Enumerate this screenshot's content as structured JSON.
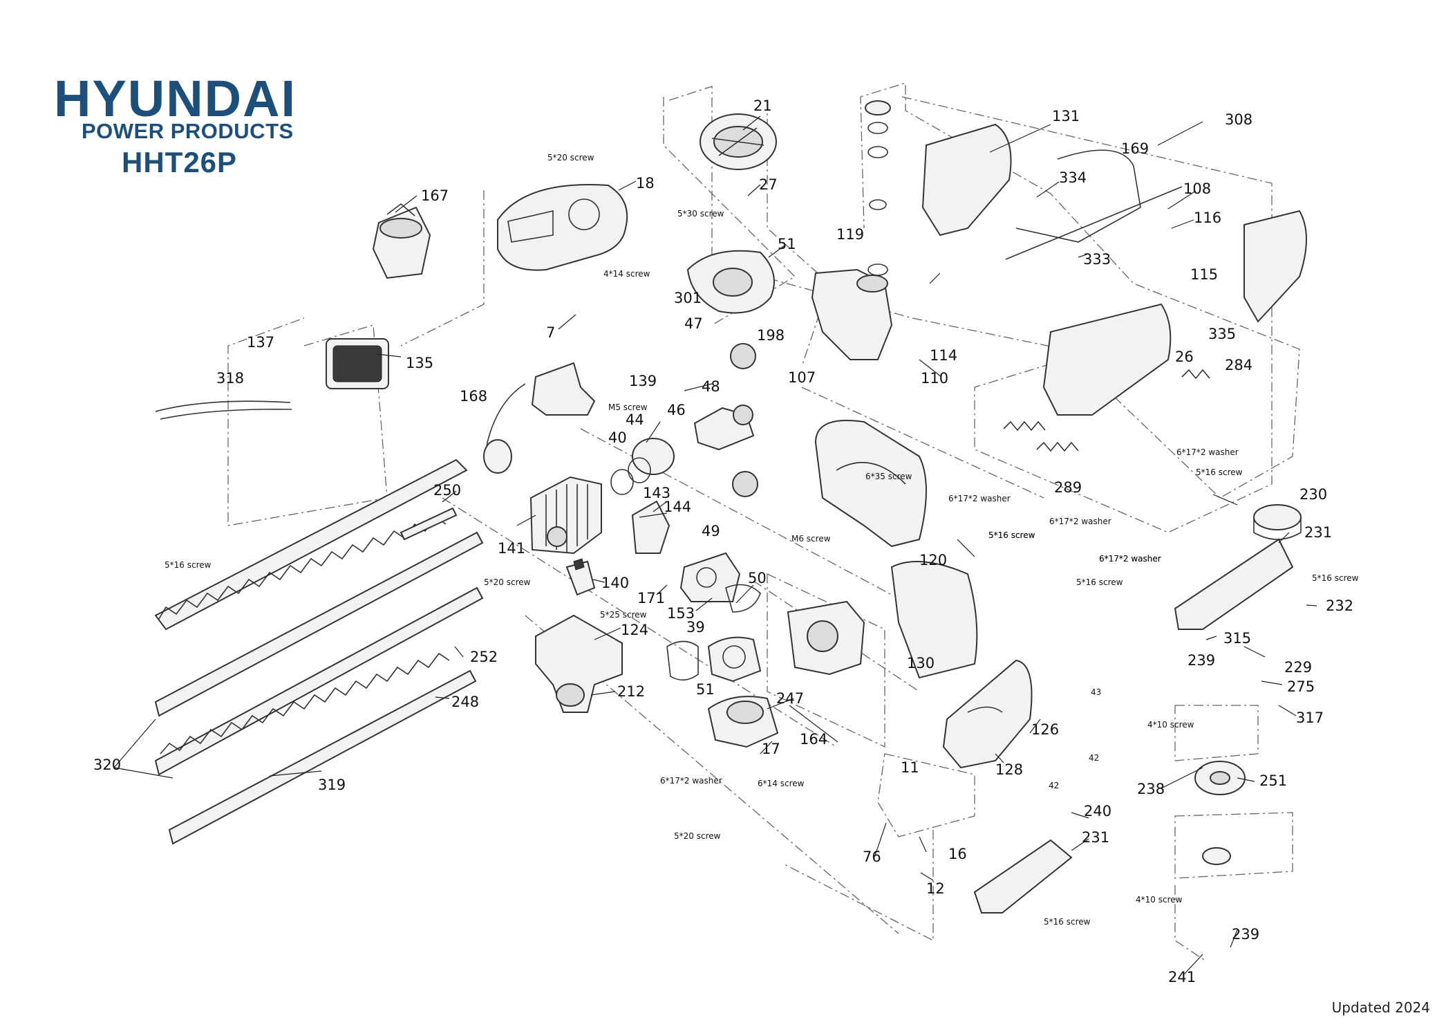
{
  "brand": {
    "name": "HYUNDAI",
    "subtitle": "POWER PRODUCTS",
    "model": "HHT26P"
  },
  "footer": {
    "updated": "Updated 2024"
  },
  "colors": {
    "brand": "#1c4f7c",
    "line": "#333333"
  },
  "part_numbers": [
    "21",
    "27",
    "18",
    "167",
    "51",
    "7",
    "301",
    "47",
    "198",
    "137",
    "135",
    "318",
    "139",
    "48",
    "168",
    "46",
    "44",
    "40",
    "250",
    "143",
    "144",
    "141",
    "49",
    "140",
    "171",
    "153",
    "50",
    "39",
    "124",
    "212",
    "51",
    "247",
    "17",
    "164",
    "252",
    "248",
    "320",
    "319",
    "11",
    "76",
    "12",
    "16",
    "128",
    "126",
    "240",
    "231",
    "107",
    "114",
    "110",
    "119",
    "131",
    "169",
    "334",
    "333",
    "308",
    "108",
    "116",
    "115",
    "335",
    "26",
    "284",
    "289",
    "120",
    "130",
    "230",
    "231",
    "232",
    "315",
    "229",
    "239",
    "275",
    "317",
    "238",
    "251",
    "239",
    "241"
  ],
  "callouts": [
    "5*20 screw",
    "5*30 screw",
    "4*14 screw",
    "M5 screw",
    "6*35 screw",
    "M6 screw",
    "5*16 screw",
    "6*17*2 washer",
    "6*17*2 washer",
    "5*16 screw",
    "6*17*2 washer",
    "6*17*2 washer",
    "5*16 screw",
    "6*17*2 washer",
    "5*16 screw",
    "5*16 screw",
    "5*20 screw",
    "5*25 screw",
    "6*17*2 washer",
    "6*14 screw",
    "5*20 screw",
    "43",
    "42",
    "42",
    "4*10 screw",
    "4*10 screw",
    "5*16 screw",
    "5*16 screw"
  ]
}
